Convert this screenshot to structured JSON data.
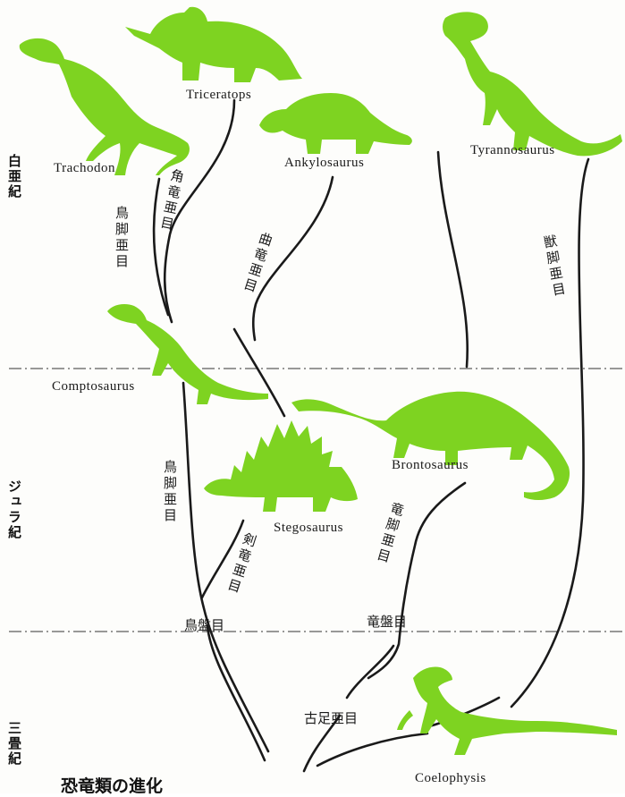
{
  "title": "恐竜類の進化",
  "periods": {
    "cretaceous": "白亜紀",
    "jurassic": "ジュラ紀",
    "triassic": "三畳紀"
  },
  "dinosaurs": {
    "trachodon": "Trachodon",
    "triceratops": "Triceratops",
    "ankylosaurus": "Ankylosaurus",
    "tyrannosaurus": "Tyrannosaurus",
    "comptosaurus": "Comptosaurus",
    "stegosaurus": "Stegosaurus",
    "brontosaurus": "Brontosaurus",
    "coelophysis": "Coelophysis"
  },
  "groups": {
    "ornithopoda_upper": "鳥脚亜目",
    "ceratopsia": "角竜亜目",
    "ankylosauria": "曲竜亜目",
    "theropoda": "獣脚亜目",
    "ornithopoda_lower": "鳥脚亜目",
    "stegosauria": "剣竜亜目",
    "sauropodomorpha": "竜脚亜目",
    "ornithischia": "鳥盤目",
    "saurischia": "竜盤目",
    "thecodontia": "古足亜目"
  },
  "colors": {
    "dinosaur_fill": "#7ed321",
    "line": "#1a1a1a"
  }
}
